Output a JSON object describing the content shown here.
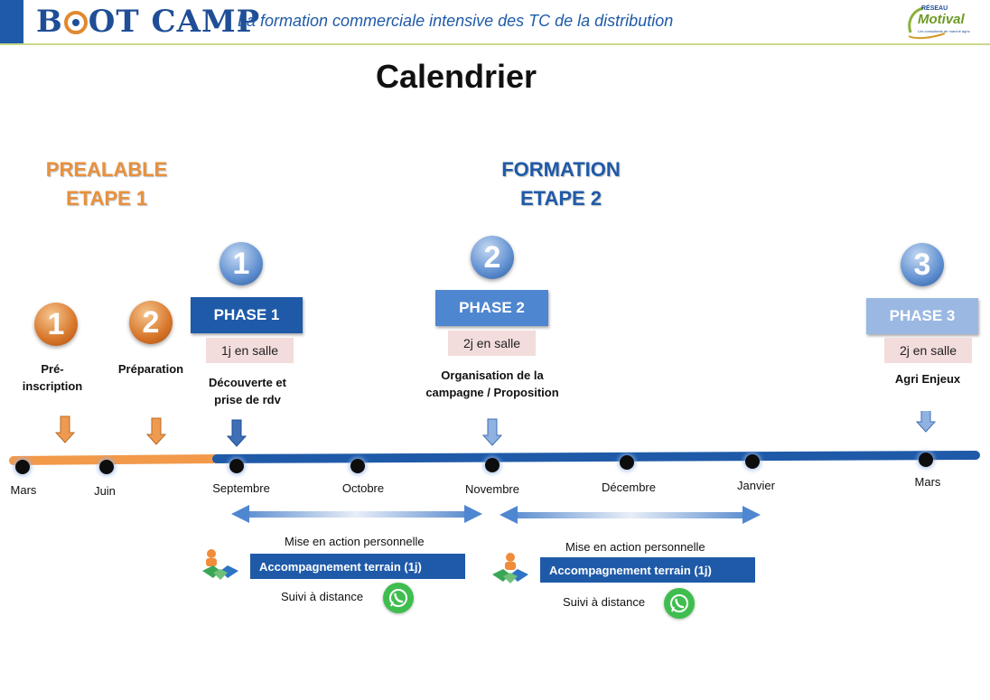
{
  "header": {
    "logo_left": "B",
    "logo_right": "OT CAMP",
    "tagline": "La formation commerciale intensive des TC de la distribution",
    "partner_logo": {
      "top": "RÉSEAU",
      "name": "Motival",
      "sub": "Les consultants de marché agricole"
    }
  },
  "title": "Calendrier",
  "stages": {
    "prealable": {
      "line1": "PREALABLE",
      "line2": "ETAPE 1"
    },
    "formation": {
      "line1": "FORMATION",
      "line2": "ETAPE 2"
    }
  },
  "pre_steps": [
    {
      "number": "1",
      "label": "Pré-\ninscription"
    },
    {
      "number": "2",
      "label": "Préparation"
    }
  ],
  "phases": [
    {
      "number": "1",
      "name": "PHASE 1",
      "duration": "1j en salle",
      "label": "Découverte et\nprise de rdv"
    },
    {
      "number": "2",
      "name": "PHASE 2",
      "duration": "2j en salle",
      "label": "Organisation de la\ncampagne / Proposition"
    },
    {
      "number": "3",
      "name": "PHASE 3",
      "duration": "2j en salle",
      "label": "Agri Enjeux"
    }
  ],
  "months": [
    "Mars",
    "Juin",
    "Septembre",
    "Octobre",
    "Novembre",
    "Décembre",
    "Janvier",
    "Mars"
  ],
  "followup": [
    {
      "action": "Mise en action personnelle",
      "field": "Accompagnement terrain (1j)",
      "remote": "Suivi à distance"
    },
    {
      "action": "Mise en action personnelle",
      "field": "Accompagnement terrain (1j)",
      "remote": "Suivi à distance"
    }
  ],
  "colors": {
    "orange": "#e8913d",
    "blue": "#1f5aa8",
    "light_blue": "#6d9fdc",
    "salle_bg": "#f3dcdc"
  },
  "icons": [
    "target-icon",
    "arrow-down-icon",
    "handshake-icon",
    "whatsapp-icon",
    "double-arrow-icon"
  ]
}
